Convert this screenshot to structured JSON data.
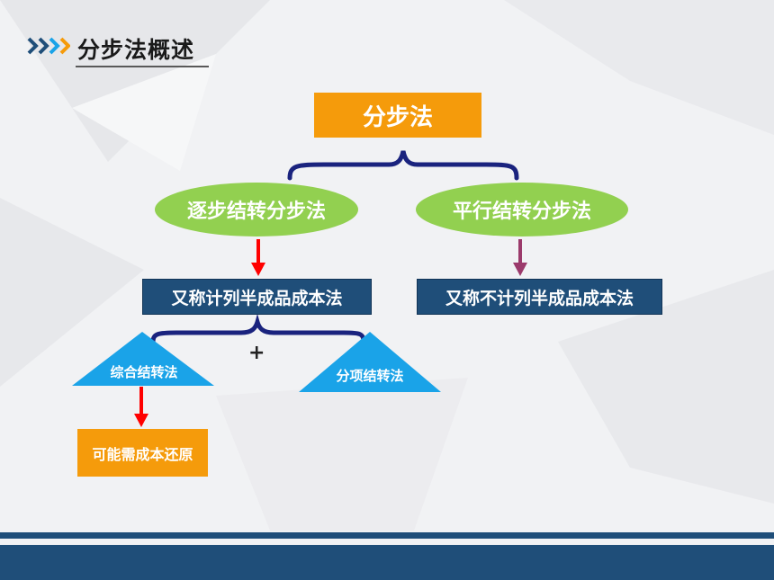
{
  "header": {
    "title": "分步法概述"
  },
  "diagram": {
    "root": "分步法",
    "method_sequential": "逐步结转分步法",
    "method_parallel": "平行结转分步法",
    "sequential_alias": "又称计列半成品成本法",
    "parallel_alias": "又称不计列半成品成本法",
    "comprehensive": "综合结转法",
    "itemized": "分项结转法",
    "plus_sign": "+",
    "restore_note": "可能需成本还原"
  },
  "colors": {
    "orange": "#f59b0b",
    "green": "#92d050",
    "navy": "#1f4e79",
    "triangle": "#1aa3e8",
    "arrow_red": "#ff0000",
    "arrow_purple": "#9b3a6b"
  }
}
